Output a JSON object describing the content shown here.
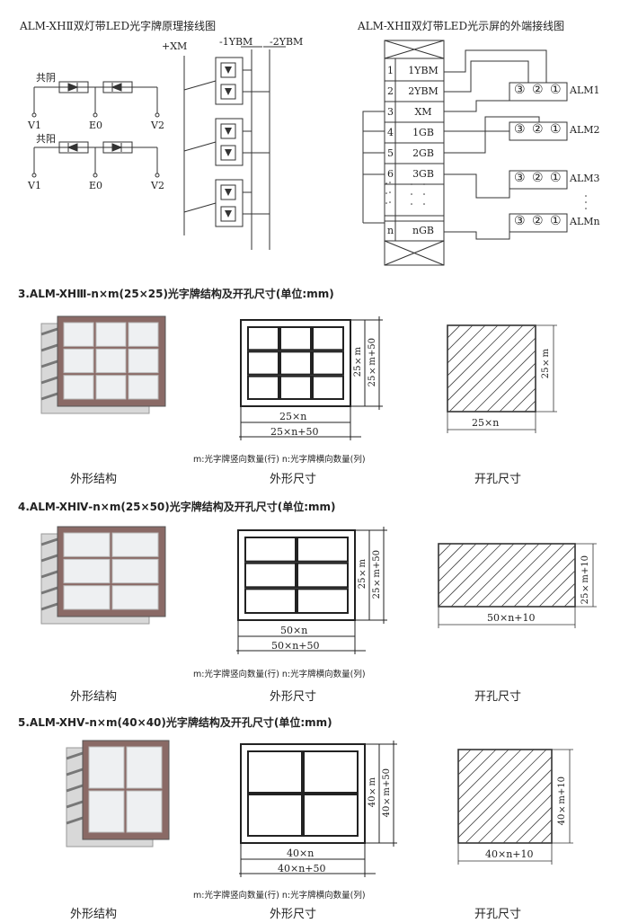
{
  "top": {
    "left_title": "ALM-XHⅡ双灯带LED光字牌原理接线图",
    "right_title": "ALM-XHⅡ双灯带LED光示屏的外端接线图",
    "bus_xm": "+XM",
    "bus_1ybm": "-1YBM",
    "bus_2ybm": "-2YBM",
    "common_cathode": "共阴",
    "common_anode": "共阳",
    "v1": "V1",
    "e0": "E0",
    "v2": "V2",
    "terminals": [
      {
        "num": "1",
        "name": "1YBM"
      },
      {
        "num": "2",
        "name": "2YBM"
      },
      {
        "num": "3",
        "name": "XM"
      },
      {
        "num": "4",
        "name": "1GB"
      },
      {
        "num": "5",
        "name": "2GB"
      },
      {
        "num": "6",
        "name": "3GB"
      },
      {
        "num": "n",
        "name": "nGB"
      }
    ],
    "alm_units": [
      "ALM1",
      "ALM2",
      "ALM3",
      "ALMn"
    ],
    "alm_pins": [
      "③",
      "②",
      "①"
    ]
  },
  "sections": [
    {
      "title": "3.ALM-XHⅢ-n×m(25×25)光字牌结构及开孔尺寸(单位:mm)",
      "inner_w": "25×n",
      "outer_w": "25×n+50",
      "inner_h": "25×m",
      "outer_h": "25×m+50",
      "cut_w": "25×n",
      "cut_h": "25×m",
      "note": "m:光字牌竖向数量(行)  n:光字牌横向数量(列)",
      "cap_struct": "外形结构",
      "cap_size": "外形尺寸",
      "cap_cut": "开孔尺寸"
    },
    {
      "title": "4.ALM-XHⅣ-n×m(25×50)光字牌结构及开孔尺寸(单位:mm)",
      "inner_w": "50×n",
      "outer_w": "50×n+50",
      "inner_h": "25×m",
      "outer_h": "25×m+50",
      "cut_w": "50×n+10",
      "cut_h": "25×m+10",
      "note": "m:光字牌竖向数量(行)  n:光字牌横向数量(列)",
      "cap_struct": "外形结构",
      "cap_size": "外形尺寸",
      "cap_cut": "开孔尺寸"
    },
    {
      "title": "5.ALM-XHⅤ-n×m(40×40)光字牌结构及开孔尺寸(单位:mm)",
      "inner_w": "40×n",
      "outer_w": "40×n+50",
      "inner_h": "40×m",
      "outer_h": "40×m+50",
      "cut_w": "40×n+10",
      "cut_h": "40×m+10",
      "note": "m:光字牌竖向数量(行)  n:光字牌横向数量(列)",
      "cap_struct": "外形结构",
      "cap_size": "外形尺寸",
      "cap_cut": "开孔尺寸"
    }
  ]
}
